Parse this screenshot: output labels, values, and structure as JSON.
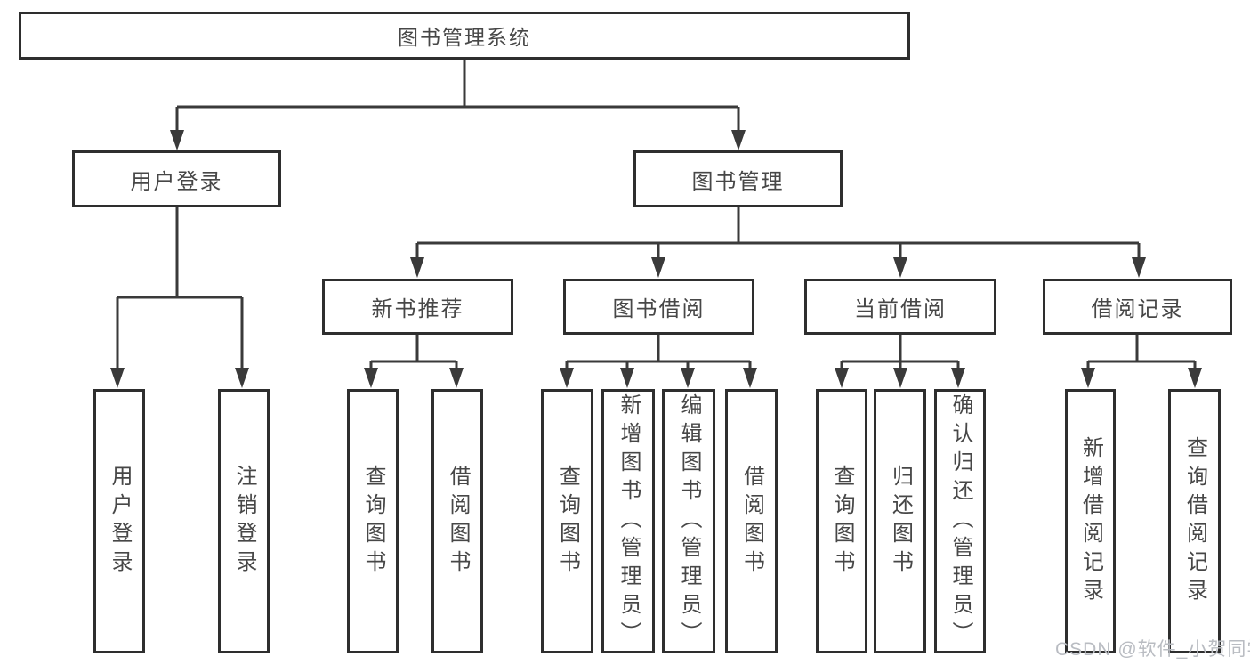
{
  "diagram_title": "图书管理系统",
  "nodes": {
    "root": {
      "label": "图书管理系统"
    },
    "userLogin": {
      "label": "用户登录"
    },
    "bookMgmt": {
      "label": "图书管理"
    },
    "newBookRec": {
      "label": "新书推荐"
    },
    "bookBorrow": {
      "label": "图书借阅"
    },
    "currentBorrow": {
      "label": "当前借阅"
    },
    "borrowRecords": {
      "label": "借阅记录"
    },
    "userLoginLeaf": {
      "label": "用户登录"
    },
    "logoutLeaf": {
      "label": "注销登录"
    },
    "queryBooksRec": {
      "label": "查询图书"
    },
    "borrowBooksRec": {
      "label": "借阅图书"
    },
    "queryBooksBorrow": {
      "label": "查询图书"
    },
    "addBooks": {
      "label": "新增图书（管理员）"
    },
    "editBooks": {
      "label": "编辑图书（管理员）"
    },
    "borrowBooksBorrow": {
      "label": "借阅图书"
    },
    "queryBooksCurrent": {
      "label": "查询图书"
    },
    "returnBooks": {
      "label": "归还图书"
    },
    "confirmReturn": {
      "label": "确认归还（管理员）"
    },
    "addBorrowRecord": {
      "label": "新增借阅记录"
    },
    "queryBorrowRecord": {
      "label": "查询借阅记录"
    }
  },
  "hierarchy": {
    "图书管理系统": {
      "用户登录": [
        "用户登录",
        "注销登录"
      ],
      "图书管理": {
        "新书推荐": [
          "查询图书",
          "借阅图书"
        ],
        "图书借阅": [
          "查询图书",
          "新增图书（管理员）",
          "编辑图书（管理员）",
          "借阅图书"
        ],
        "当前借阅": [
          "查询图书",
          "归还图书",
          "确认归还（管理员）"
        ],
        "借阅记录": [
          "新增借阅记录",
          "查询借阅记录"
        ]
      }
    }
  },
  "watermark": "CSDN @软件_小贺同学",
  "colors": {
    "background": "#ffffff",
    "box_border": "#2e2e2e",
    "line": "#3a3a3a",
    "text": "#474747",
    "watermark": "#b9bcc2"
  }
}
